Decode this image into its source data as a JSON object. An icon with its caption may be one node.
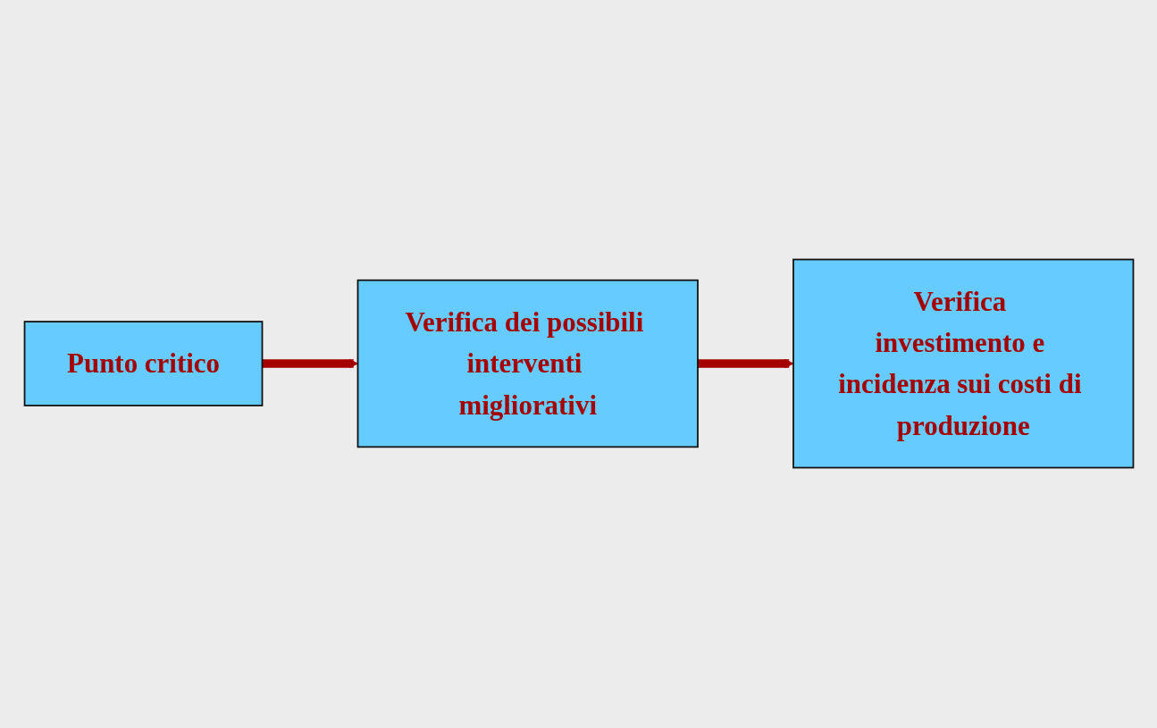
{
  "diagram": {
    "nodes": [
      {
        "text": [
          "Punto critico"
        ]
      },
      {
        "text": [
          "Verifica dei possibili interventi migliorativi"
        ]
      },
      {
        "text": [
          "Verifica investimento e incidenza sui costi di produzione"
        ]
      }
    ],
    "edges": [
      {
        "from": 0,
        "to": 1,
        "arrow": "to"
      },
      {
        "from": 1,
        "to": 2,
        "arrow": "to"
      }
    ]
  }
}
